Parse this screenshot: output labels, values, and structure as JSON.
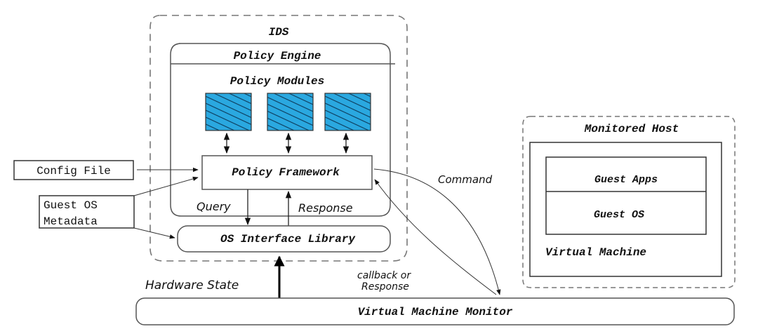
{
  "diagram": {
    "ids": {
      "title": "IDS",
      "policy_engine": {
        "title": "Policy Engine",
        "modules_title": "Policy Modules",
        "module_count": 3,
        "module_color": "#2aa8e0",
        "framework_label": "Policy Framework",
        "query_label": "Query",
        "response_label": "Response"
      },
      "os_interface_label": "OS Interface Library"
    },
    "inputs": {
      "config_file": "Config File",
      "guest_os_metadata_line1": "Guest OS",
      "guest_os_metadata_line2": "Metadata"
    },
    "edges": {
      "command_label": "Command",
      "callback_line1": "callback or",
      "callback_line2": "Response",
      "hardware_state_label": "Hardware State"
    },
    "monitored_host": {
      "title": "Monitored Host",
      "guest_apps": "Guest Apps",
      "guest_os": "Guest OS",
      "virtual_machine": "Virtual Machine"
    },
    "vmm_label": "Virtual Machine Monitor"
  }
}
